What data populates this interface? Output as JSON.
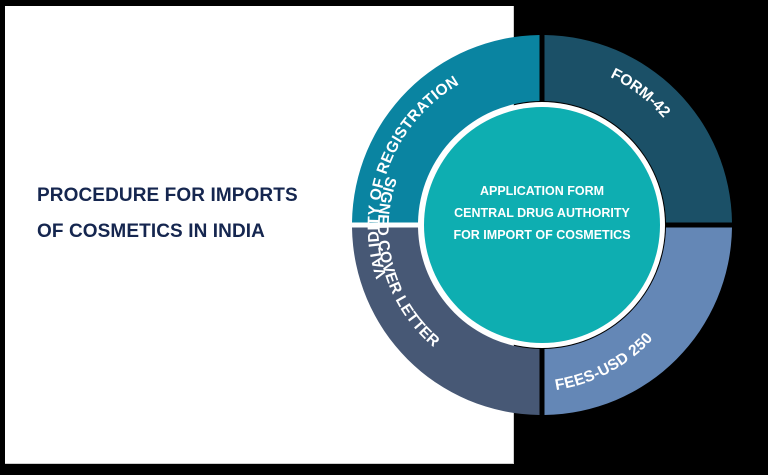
{
  "title": {
    "line1": "PROCEDURE FOR IMPORTS",
    "line2": "OF COSMETICS IN INDIA",
    "color": "#15264f"
  },
  "center": {
    "line1": "APPLICATION FORM",
    "line2": "CENTRAL DRUG AUTHORITY",
    "line3": "FOR IMPORT OF COSMETICS",
    "color": "#0eaeb1"
  },
  "segments": [
    {
      "position": "top-left",
      "label": "VALIDITY OF REGISTRATION",
      "color": "#0a84a1"
    },
    {
      "position": "top-right",
      "label": "FORM-42",
      "color": "#1b5067"
    },
    {
      "position": "bottom-left",
      "label": "SIGNED COVER LETTER",
      "color": "#475875"
    },
    {
      "position": "bottom-right",
      "label": "FEES-USD 250",
      "color": "#6487b6"
    }
  ]
}
